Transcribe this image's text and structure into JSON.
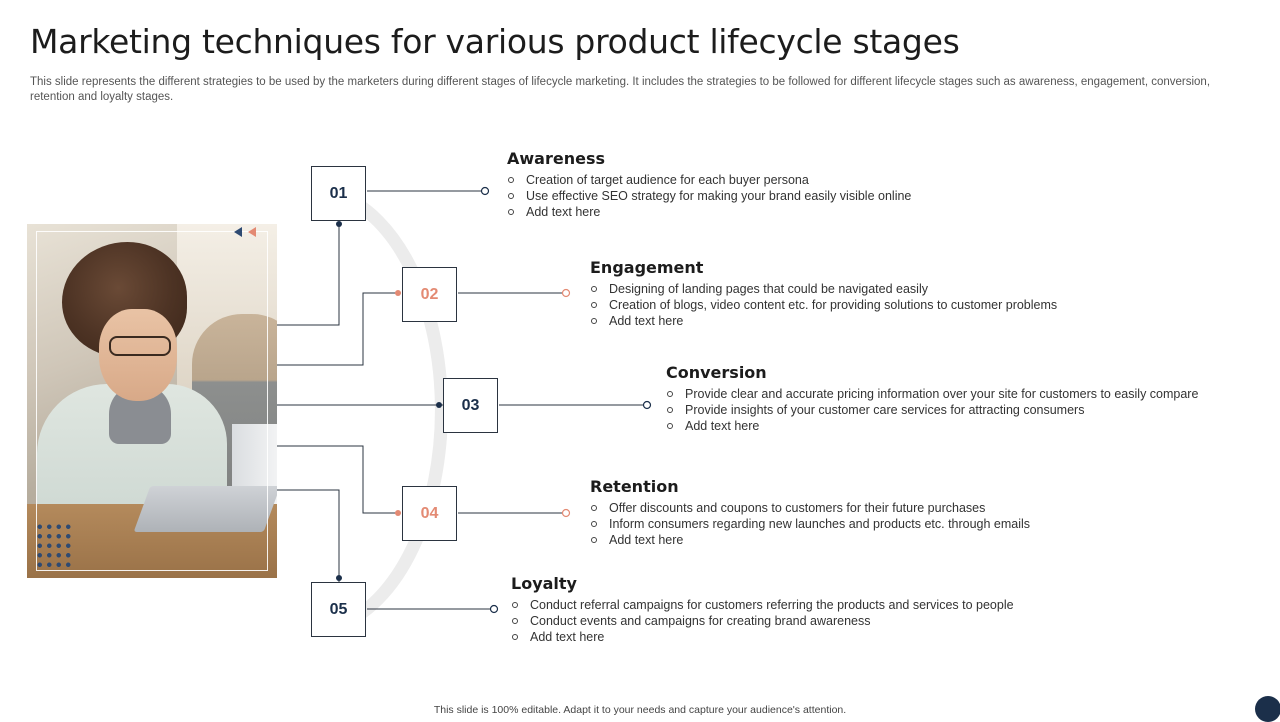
{
  "title": "Marketing techniques for various product lifecycle stages",
  "subtitle": "This slide represents the different strategies to be used by the marketers during different stages of lifecycle marketing. It includes the strategies to be followed for different lifecycle stages such as awareness, engagement, conversion, retention and loyalty stages.",
  "footer": "This slide is 100% editable. Adapt it to your needs and capture your audience's attention.",
  "colors": {
    "dark": "#1b2f4a",
    "accent": "#e38a73",
    "arc": "#ececec"
  },
  "stages": [
    {
      "number": "01",
      "title": "Awareness",
      "items": [
        "Creation of target audience for each buyer persona",
        "Use effective SEO strategy for making your brand easily visible online",
        "Add text here"
      ]
    },
    {
      "number": "02",
      "title": "Engagement",
      "items": [
        "Designing of landing pages that could be navigated easily",
        "Creation of blogs, video content etc. for providing solutions to customer problems",
        "Add text here"
      ]
    },
    {
      "number": "03",
      "title": "Conversion",
      "items": [
        "Provide clear and accurate pricing information over your site for customers to easily compare",
        "Provide insights of your customer care services for attracting consumers",
        "Add text here"
      ]
    },
    {
      "number": "04",
      "title": "Retention",
      "items": [
        "Offer discounts and coupons to customers for their future purchases",
        "Inform consumers regarding new launches and products etc. through emails",
        "Add text here"
      ]
    },
    {
      "number": "05",
      "title": "Loyalty",
      "items": [
        "Conduct referral campaigns for customers referring the products and services to people",
        "Conduct events and campaigns for creating brand awareness",
        "Add text here"
      ]
    }
  ]
}
